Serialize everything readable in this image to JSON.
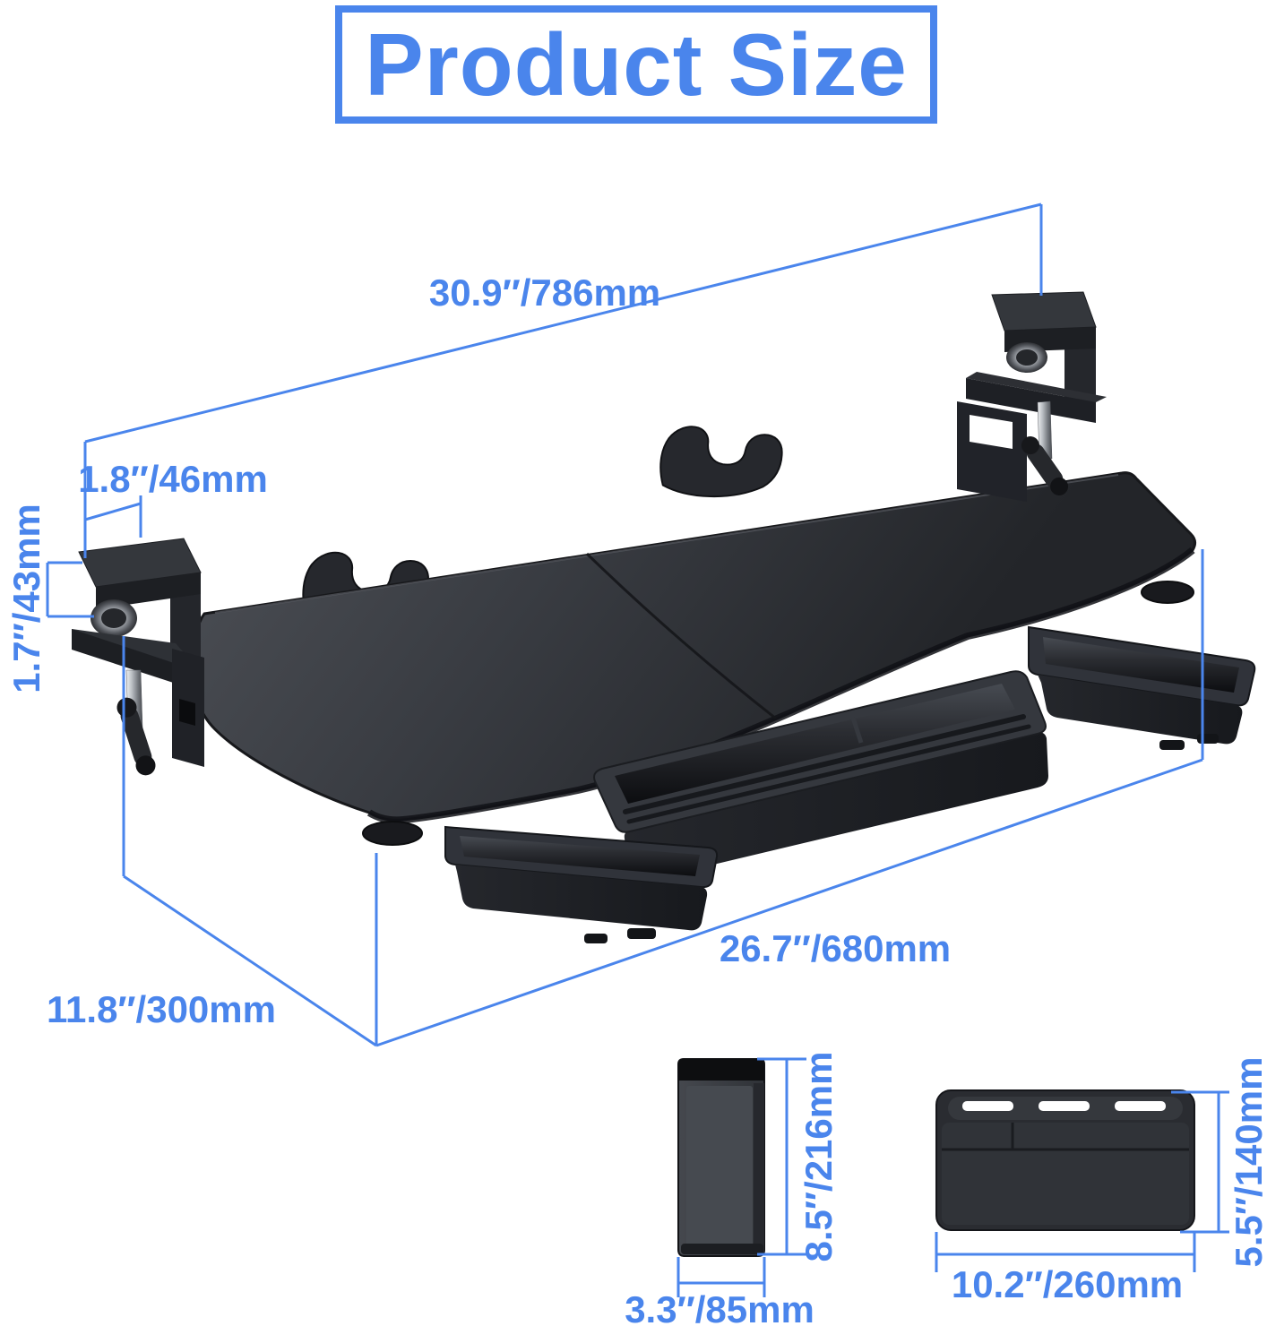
{
  "title": "Product Size",
  "colors": {
    "accent": "#4A85EC",
    "product_dark": "#2B2D31"
  },
  "labels": {
    "total_width": "30.9″/786mm",
    "clamp_width": "1.8″/46mm",
    "clamp_height": "1.7″/43mm",
    "depth": "11.8″/300mm",
    "bottom_width": "26.7″/680mm",
    "drawer_length": "8.5″/216mm",
    "drawer_width": "3.3″/85mm",
    "organizer_height": "5.5″/140mm",
    "organizer_width": "10.2″/260mm"
  }
}
